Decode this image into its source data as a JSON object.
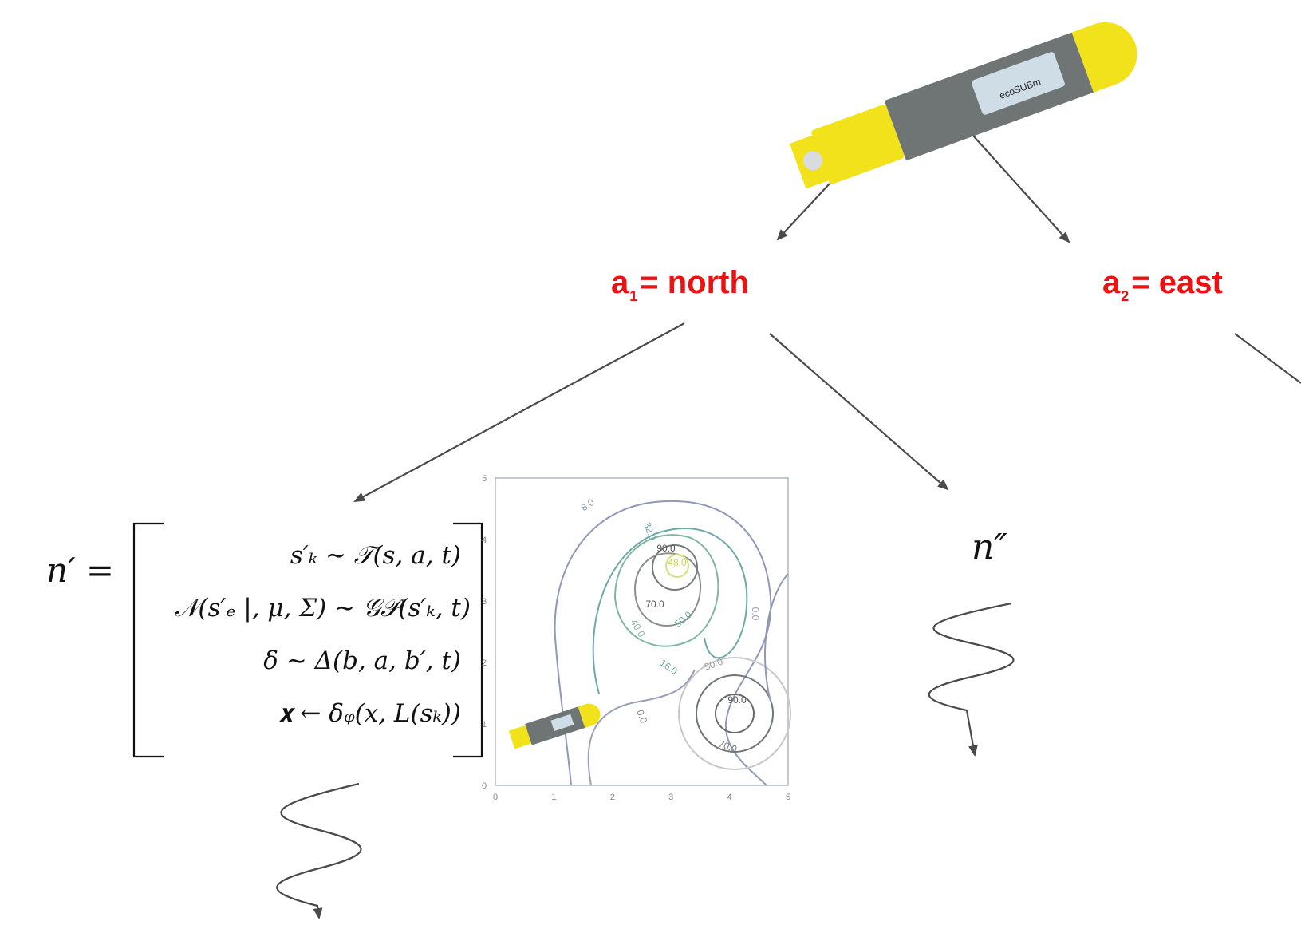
{
  "colors": {
    "action_label": "#ee1111",
    "arrow": "#4a4a4a",
    "auv_body": "#6f7474",
    "auv_yellow": "#f2e21b",
    "auv_panel": "#cfdde6",
    "plot_border": "#aab8c8"
  },
  "auv": {
    "brand_text": "ecoSUBm"
  },
  "actions": [
    {
      "base": "a",
      "index": "1",
      "rest": "= north"
    },
    {
      "base": "a",
      "index": "2",
      "rest": "= east"
    }
  ],
  "equation": {
    "lhs": "n′ =",
    "rows": [
      "s′ₖ ∼ 𝒯(s, a, t)",
      "𝒩(s′ₑ |, μ, Σ) ∼ 𝒢𝒫(s′ₖ, t)",
      "δ ∼ Δ(b, a, b′, t)",
      "𝐱 ← δᵩ(x, L(sₖ))"
    ]
  },
  "child_node": {
    "label": "n″"
  },
  "contour_plot": {
    "x_ticks": [
      "0",
      "1",
      "2",
      "3",
      "4",
      "5"
    ],
    "y_ticks": [
      "0",
      "1",
      "2",
      "3",
      "4",
      "5"
    ],
    "xlim": [
      0,
      5
    ],
    "ylim": [
      0,
      5
    ],
    "contour_labels": [
      "8.0",
      "32.0",
      "90.0",
      "48.0",
      "70.0",
      "40.0",
      "50.0",
      "16.0",
      "50.0",
      "90.0",
      "0.0",
      "70.0",
      "0.0"
    ]
  }
}
